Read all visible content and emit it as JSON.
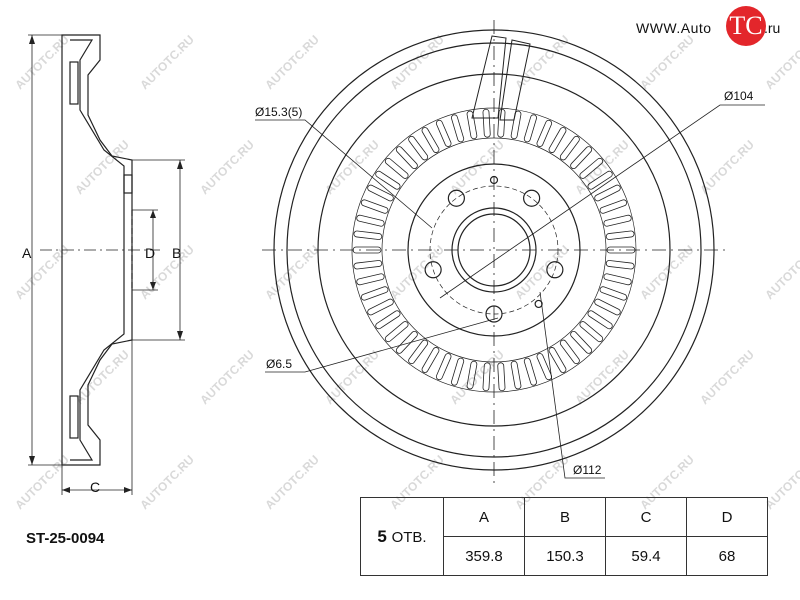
{
  "logo": {
    "www": "WWW.Auto",
    "tc": "TC",
    "ru": ".ru"
  },
  "watermark": "AUTOTC.RU",
  "part_number": "ST-25-0094",
  "side_view": {
    "dim_a": "A",
    "dim_b": "B",
    "dim_c": "C",
    "dim_d": "D"
  },
  "front_view": {
    "callout_hole": "Ø15.3(5)",
    "callout_pcd": "Ø104",
    "callout_small": "Ø6.5",
    "callout_hub": "Ø112"
  },
  "specs": {
    "holes_count": "5",
    "holes_unit": "ОТВ.",
    "headers": [
      "A",
      "B",
      "C",
      "D"
    ],
    "values": [
      "359.8",
      "150.3",
      "59.4",
      "68"
    ]
  },
  "colors": {
    "logo_red": "#e3262b",
    "line": "#222222",
    "watermark": "#d9d9d9"
  }
}
